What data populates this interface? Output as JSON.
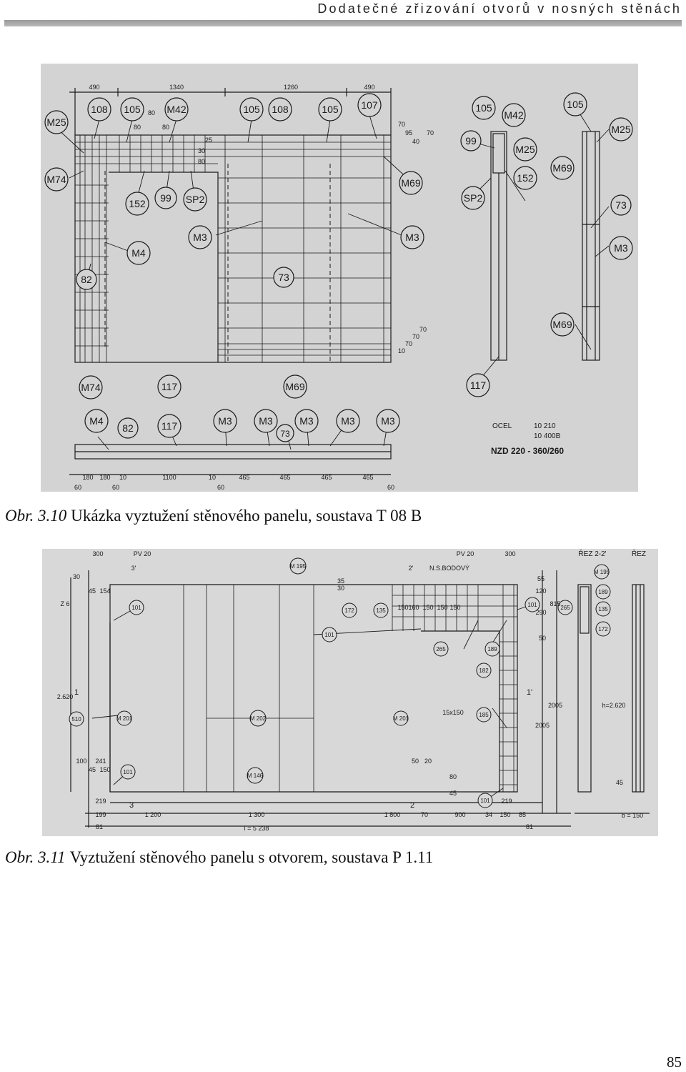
{
  "header": {
    "running_title": "Dodatečné zřizování otvorů v nosných stěnách"
  },
  "figures": [
    {
      "caption_number": "Obr. 3.10",
      "caption_text": "Ukázka vyztužení stěnového panelu, soustava T 08 B",
      "labels": {
        "dims_top": [
          "490",
          "1340",
          "1260",
          "490"
        ],
        "dims_small": [
          "80",
          "80",
          "80",
          "25",
          "70",
          "95",
          "40",
          "70",
          "30",
          "80"
        ],
        "dims_bottom": [
          "180",
          "180",
          "10",
          "1100",
          "10",
          "465",
          "465",
          "465",
          "465"
        ],
        "dims_bottom2": [
          "60",
          "60",
          "60",
          "60"
        ],
        "callouts": [
          "M25",
          "108",
          "105",
          "M42",
          "105",
          "108",
          "105",
          "107",
          "M74",
          "152",
          "99",
          "SP2",
          "M69",
          "M3",
          "M3",
          "M4",
          "82",
          "73",
          "M74",
          "117",
          "M69",
          "105",
          "M42",
          "99",
          "M25",
          "152",
          "SP2",
          "117",
          "105",
          "M25",
          "M69",
          "73",
          "M3",
          "M69",
          "M4",
          "82",
          "117",
          "M3",
          "M3",
          "M3",
          "M3",
          "M3",
          "73"
        ],
        "spec_lines": [
          "OCEL",
          "10 210",
          "10 400B",
          "NZD 220 - 360/260"
        ],
        "side_dims": [
          "10",
          "70",
          "70",
          "70"
        ]
      }
    },
    {
      "caption_number": "Obr. 3.11",
      "caption_text": "Vyztužení stěnového panelu s otvorem, soustava P 1.11",
      "labels": {
        "top_left": [
          "300",
          "PV 20",
          "3'"
        ],
        "top_right": [
          "PV 20",
          "300",
          "ŘEZ 2-2'",
          "ŘEZ",
          "2'",
          "N.S.BODOVÝ"
        ],
        "callouts": [
          "101",
          "M 195",
          "172",
          "135",
          "101",
          "265",
          "189",
          "182",
          "185",
          "M 201",
          "M 202",
          "M 201",
          "101",
          "M 146",
          "101",
          "M 195",
          "189",
          "265",
          "135",
          "172"
        ],
        "small_dims": [
          "30",
          "45",
          "154",
          "35",
          "30",
          "150",
          "160",
          "150",
          "150",
          "150",
          "55",
          "120",
          "290",
          "50",
          "815",
          "2005",
          "2005",
          "h=2.620",
          "45",
          "100",
          "241",
          "45",
          "150",
          "50",
          "20",
          "15x150",
          "80",
          "45",
          "2.620",
          "510",
          "Z 6",
          "1",
          "1'"
        ],
        "bottom_dims": [
          "219",
          "199",
          "1 200",
          "1 300",
          "1 800",
          "70",
          "900",
          "34",
          "150",
          "85",
          "219",
          "81",
          "l = 5 238",
          "81",
          "b = 150",
          "3",
          "2"
        ]
      }
    }
  ],
  "page_number": "85"
}
